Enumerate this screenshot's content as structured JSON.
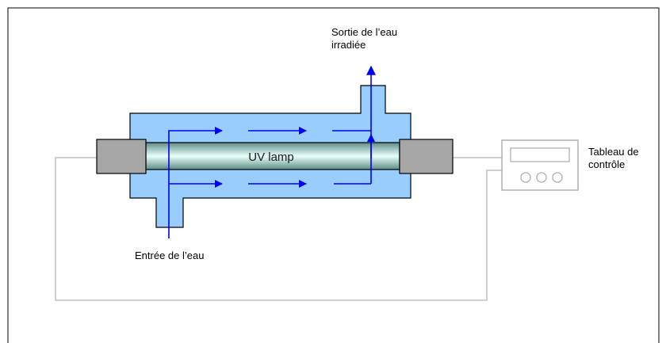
{
  "labels": {
    "outlet_line1": "Sortie de l’eau",
    "outlet_line2": "irradiée",
    "inlet": "Entrée de l’eau",
    "lamp": "UV lamp",
    "panel_line1": "Tableau de",
    "panel_line2": "contrôle"
  },
  "colors": {
    "water": "#99ccff",
    "flow_arrow": "#0000ff",
    "end_cap": "#a6a6a6",
    "wire": "#c0c0c0",
    "frame": "#000000"
  }
}
